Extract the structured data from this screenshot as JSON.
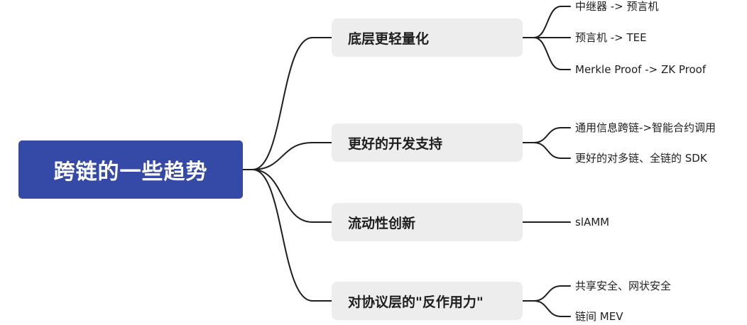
{
  "mindmap": {
    "root": {
      "label": "跨链的一些趋势"
    },
    "branches": [
      {
        "label": "底层更轻量化",
        "leaves": [
          "中继器 -> 预言机",
          "预言机 -> TEE",
          "Merkle Proof -> ZK Proof"
        ]
      },
      {
        "label": "更好的开发支持",
        "leaves": [
          "通用信息跨链->智能合约调用",
          "更好的对多链、全链的 SDK"
        ]
      },
      {
        "label": "流动性创新",
        "leaves": [
          "slAMM"
        ]
      },
      {
        "label": "对协议层的\"反作用力\"",
        "leaves": [
          "共享安全、网状安全",
          "链间 MEV"
        ]
      }
    ]
  },
  "colors": {
    "root_fill": "#3549a6",
    "branch_fill": "#ededed",
    "line": "#1e1e1e"
  }
}
